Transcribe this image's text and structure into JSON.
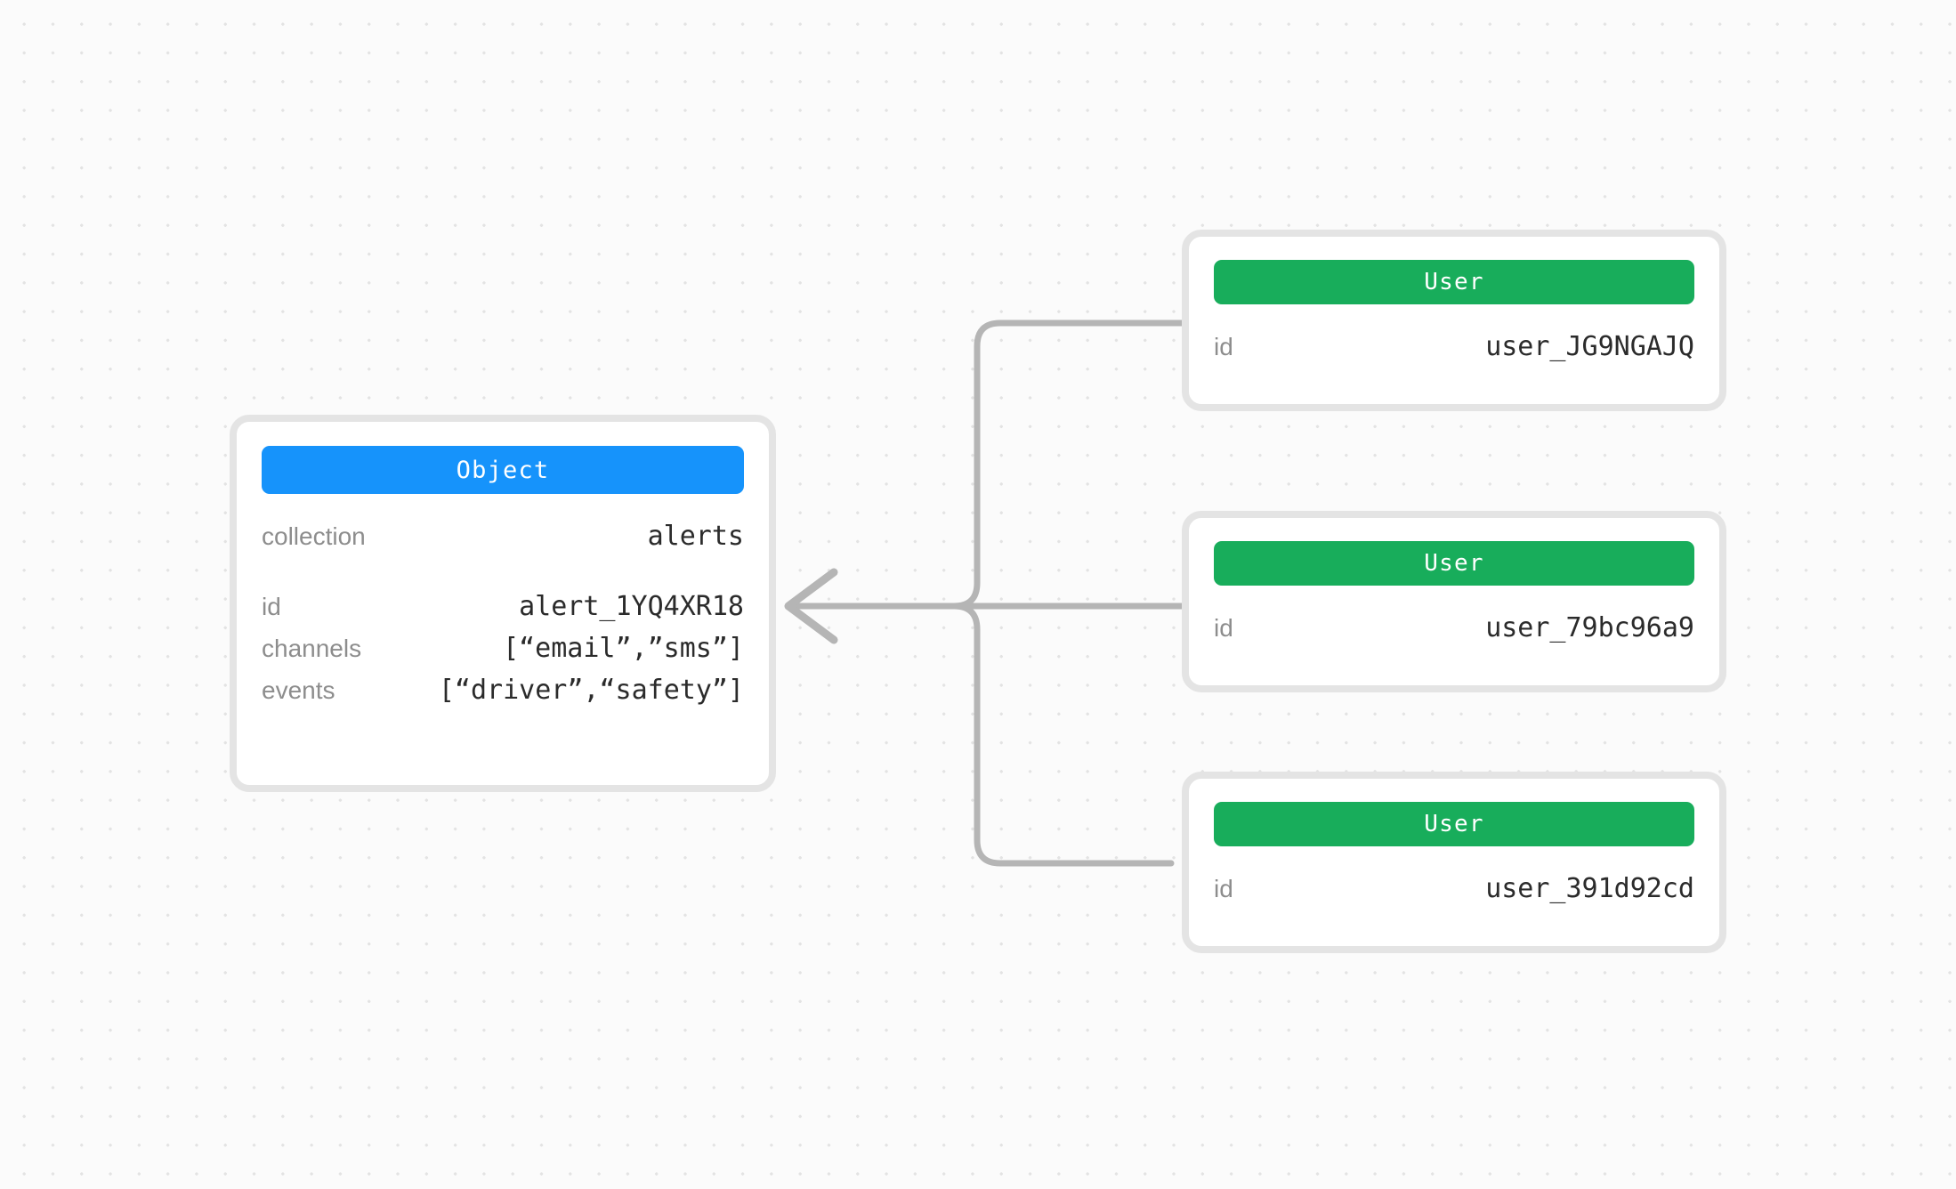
{
  "canvas": {
    "background_color": "#fbfbfb",
    "dot_color": "#e3e3e3"
  },
  "colors": {
    "object_header": "#1693fb",
    "user_header": "#18ad5b",
    "card_border": "#e4e4e4",
    "edge": "#b5b5b5",
    "key_text": "#8d8d8d",
    "value_text": "#2b2b2b"
  },
  "nodes": {
    "object": {
      "title": "Object",
      "rows": [
        {
          "key": "collection",
          "value": "alerts"
        },
        {
          "key": "id",
          "value": "alert_1YQ4XR18"
        },
        {
          "key": "channels",
          "value": "[“email”,”sms”]"
        },
        {
          "key": "events",
          "value": "[“driver”,“safety”]"
        }
      ]
    },
    "users": [
      {
        "title": "User",
        "rows": [
          {
            "key": "id",
            "value": "user_JG9NGAJQ"
          }
        ]
      },
      {
        "title": "User",
        "rows": [
          {
            "key": "id",
            "value": "user_79bc96a9"
          }
        ]
      },
      {
        "title": "User",
        "rows": [
          {
            "key": "id",
            "value": "user_391d92cd"
          }
        ]
      }
    ]
  },
  "edges": [
    {
      "from": "user-0",
      "to": "object",
      "style": "orthogonal",
      "arrow": "object"
    },
    {
      "from": "user-1",
      "to": "object",
      "style": "straight",
      "arrow": "object"
    },
    {
      "from": "user-2",
      "to": "object",
      "style": "orthogonal",
      "arrow": "object"
    }
  ]
}
